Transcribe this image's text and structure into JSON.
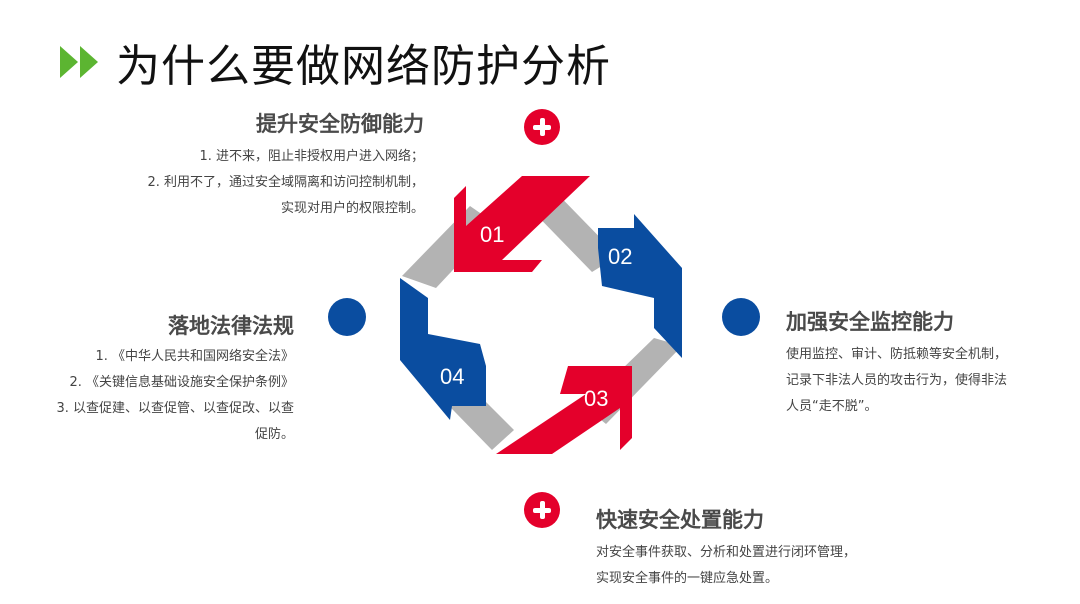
{
  "title": "为什么要做网络防护分析",
  "sections": {
    "s1": {
      "heading": "提升安全防御能力",
      "lines": [
        "1.  进不来，阻止非授权用户进入网络；",
        "2.  利用不了，通过安全域隔离和访问控制机制，",
        "实现对用户的权限控制。"
      ]
    },
    "s2": {
      "heading": "加强安全监控能力",
      "lines": [
        "使用监控、审计、防抵赖等安全机制，",
        "记录下非法人员的攻击行为，使得非法",
        "人员“走不脱”。"
      ]
    },
    "s3": {
      "heading": "快速安全处置能力",
      "lines": [
        "对安全事件获取、分析和处置进行闭环管理，",
        "实现安全事件的一键应急处置。"
      ]
    },
    "s4": {
      "heading": "落地法律法规",
      "lines": [
        "1.  《中华人民共和国网络安全法》",
        "2.  《关键信息基础设施安全保护条例》",
        "3.  以查促建、以查促管、以查促改、以查",
        "促防。"
      ]
    }
  },
  "cycle": {
    "labels": [
      "01",
      "02",
      "03",
      "04"
    ]
  },
  "colors": {
    "red": "#e4002b",
    "blue": "#0a4da0",
    "gray": "#b3b3b3",
    "accent_green": "#5cb531"
  },
  "icons": {
    "title": "double-chevron-right-icon",
    "marker_red": "plus-circle-icon",
    "marker_blue": "dot-circle-icon"
  }
}
